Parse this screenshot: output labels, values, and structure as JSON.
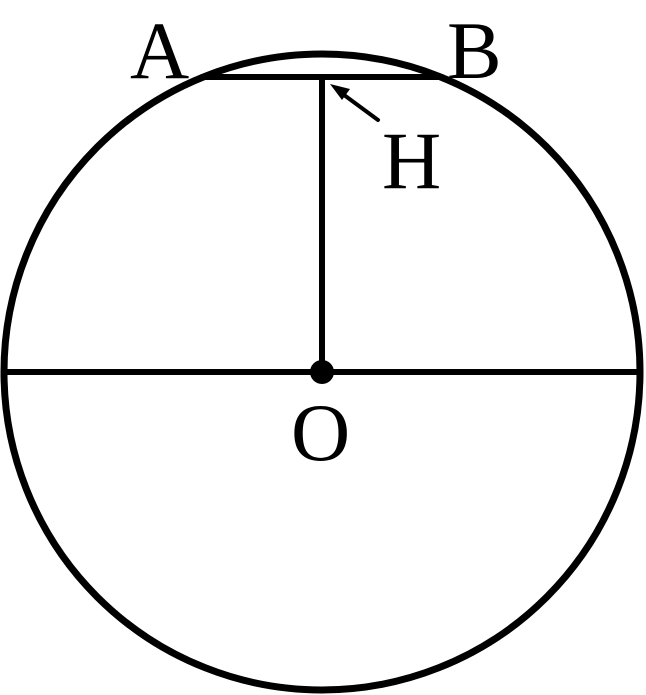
{
  "labels": {
    "A": "A",
    "B": "B",
    "H": "H",
    "O": "O"
  },
  "colors": {
    "stroke": "#000000",
    "background": "#ffffff"
  }
}
